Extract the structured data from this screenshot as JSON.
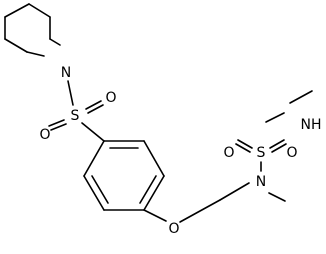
{
  "structure": {
    "atoms": {
      "n_piperidine": "N",
      "s_sulfonyl": "S",
      "o_sulfonyl_left": "O",
      "o_sulfonyl_right": "O",
      "o_ether": "O",
      "n_amine": "N",
      "s_sulfamide": "S",
      "o_sulfamide_left": "O",
      "o_sulfamide_right": "O",
      "nh_sulfamide": "NH"
    }
  },
  "colors": {
    "bond": "#000000",
    "label": "#000000",
    "background": "#ffffff"
  }
}
